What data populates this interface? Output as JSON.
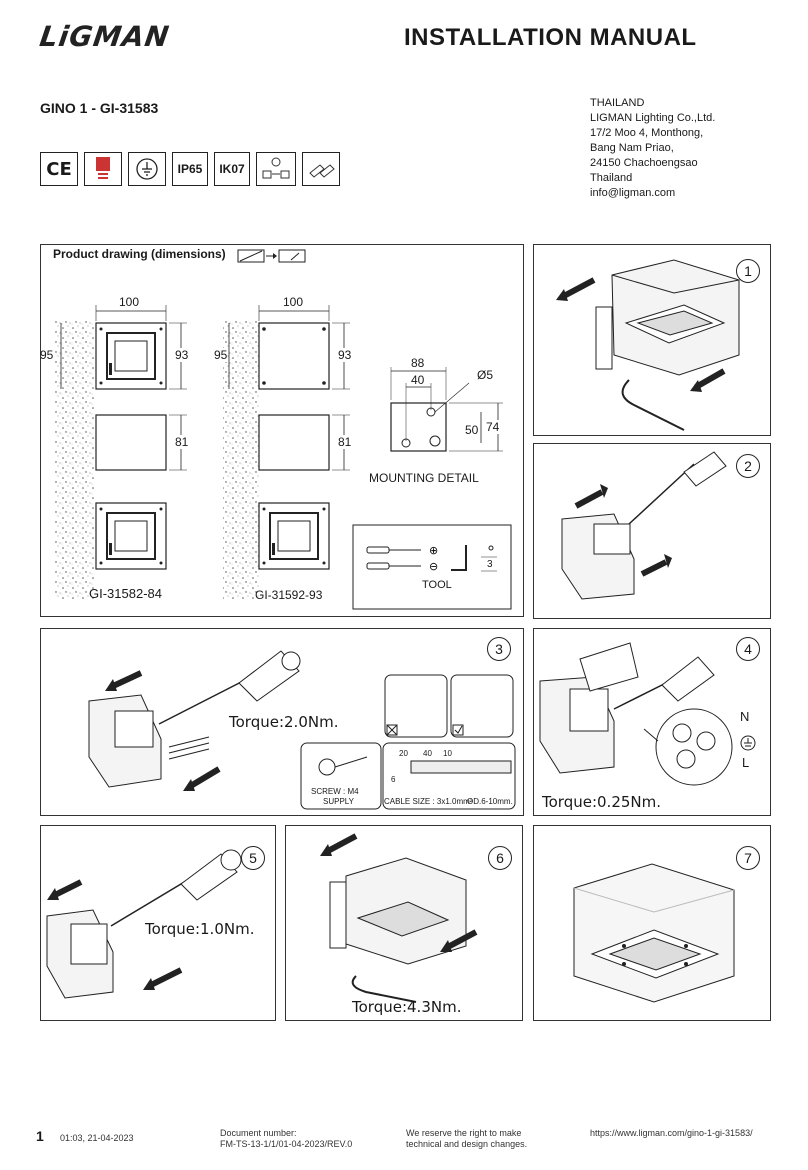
{
  "header": {
    "logo": "LiGMAN",
    "title": "INSTALLATION MANUAL",
    "model": "GINO 1 - GI-31583"
  },
  "address": {
    "line1": "THAILAND",
    "line2": "LIGMAN Lighting Co.,Ltd.",
    "line3": "17/2 Moo 4, Monthong,",
    "line4": "Bang Nam Priao,",
    "line5": "24150 Chachoengsao",
    "line6": "Thailand",
    "line7": "info@ligman.com"
  },
  "certs": {
    "ce": "CE",
    "ip": "IP65",
    "ik": "IK07"
  },
  "drawing": {
    "title": "Product drawing (dimensions)",
    "w100a": "100",
    "w100b": "100",
    "h95a": "95",
    "h93a": "93",
    "h81a": "81",
    "h95b": "95",
    "h93b": "93",
    "h81b": "81",
    "m88": "88",
    "m40": "40",
    "m50": "50",
    "m74": "74",
    "mdia": "Ø5",
    "mounting": "MOUNTING DETAIL",
    "label_a": "GI-31582-84",
    "label_b": "GI-31592-93",
    "tool": "TOOL",
    "tool3": "3"
  },
  "steps": {
    "s1": "1",
    "s2": "2",
    "s3": "3",
    "s4": "4",
    "s5": "5",
    "s6": "6",
    "s7": "7",
    "t3": "Torque:2.0Nm.",
    "t4": "Torque:0.25Nm.",
    "t5": "Torque:1.0Nm.",
    "t6": "Torque:4.3Nm.",
    "screw": "SCREW : M4",
    "supply": "SUPPLY",
    "c20": "20",
    "c40": "40",
    "c10": "10",
    "c6": "6",
    "cable": "CABLE SIZE : 3x1.0mm²",
    "od": "OD.6-10mm.",
    "n": "N",
    "l": "L"
  },
  "footer": {
    "page": "1",
    "datetime": "01:03, 21-04-2023",
    "docnum_label": "Document number:",
    "docnum": "FM-TS-13-1/1/01-04-2023/REV.0",
    "reserve1": "We reserve the right to make",
    "reserve2": "technical and design changes.",
    "url": "https://www.ligman.com/gino-1-gi-31583/"
  }
}
